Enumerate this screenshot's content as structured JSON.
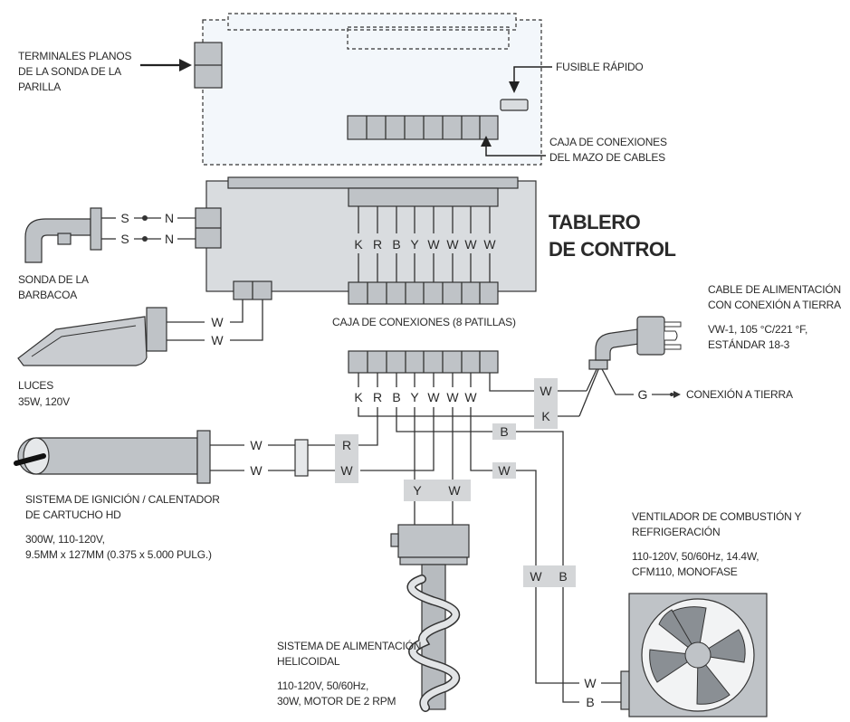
{
  "labels": {
    "probe_terminals": [
      "TERMINALES PLANOS",
      "DE LA SONDA DE LA",
      "PARILLA"
    ],
    "fast_fuse": "FUSIBLE RÁPIDO",
    "harness_box": [
      "CAJA DE CONEXIONES",
      "DEL MAZO DE CABLES"
    ],
    "control_board": [
      "TABLERO",
      "DE CONTROL"
    ],
    "bbq_probe": [
      "SONDA DE LA",
      "BARBACOA"
    ],
    "lights": [
      "LUCES",
      "35W, 120V"
    ],
    "pin_box": "CAJA DE CONEXIONES (8 PATILLAS)",
    "power_cable": [
      "CABLE DE ALIMENTACIÓN",
      "CON CONEXIÓN A TIERRA",
      "VW-1, 105 °C/221 °F,",
      "ESTÁNDAR 18-3"
    ],
    "ground": "CONEXIÓN A TIERRA",
    "ignition": [
      "SISTEMA DE IGNICIÓN / CALENTADOR",
      "DE CARTUCHO HD",
      "300W, 110-120V,",
      "9.5MM x 127MM (0.375 x 5.000 PULG.)"
    ],
    "fan": [
      "VENTILADOR DE COMBUSTIÓN Y",
      "REFRIGERACIÓN",
      "110-120V, 50/60Hz, 14.4W,",
      "CFM110, MONOFASE"
    ],
    "auger": [
      "SISTEMA DE ALIMENTACIÓN",
      "HELICOIDAL",
      "110-120V, 50/60Hz,",
      "30W, MOTOR DE 2 RPM"
    ]
  },
  "wire_codes": {
    "board_pins": [
      "K",
      "R",
      "B",
      "Y",
      "W",
      "W",
      "W",
      "W"
    ],
    "lower_pins": [
      "K",
      "R",
      "B",
      "Y",
      "W",
      "W",
      "W"
    ],
    "probe": [
      "S",
      "N",
      "S",
      "N"
    ],
    "lights": [
      "W",
      "W"
    ],
    "power": [
      "W",
      "K",
      "G"
    ],
    "ignition": [
      "W",
      "W",
      "R",
      "W"
    ],
    "auger": [
      "Y",
      "W"
    ],
    "fan_pair": [
      "W",
      "B"
    ],
    "fan_in": [
      "W",
      "B"
    ],
    "b_branch": "B",
    "w_branch": "W"
  }
}
